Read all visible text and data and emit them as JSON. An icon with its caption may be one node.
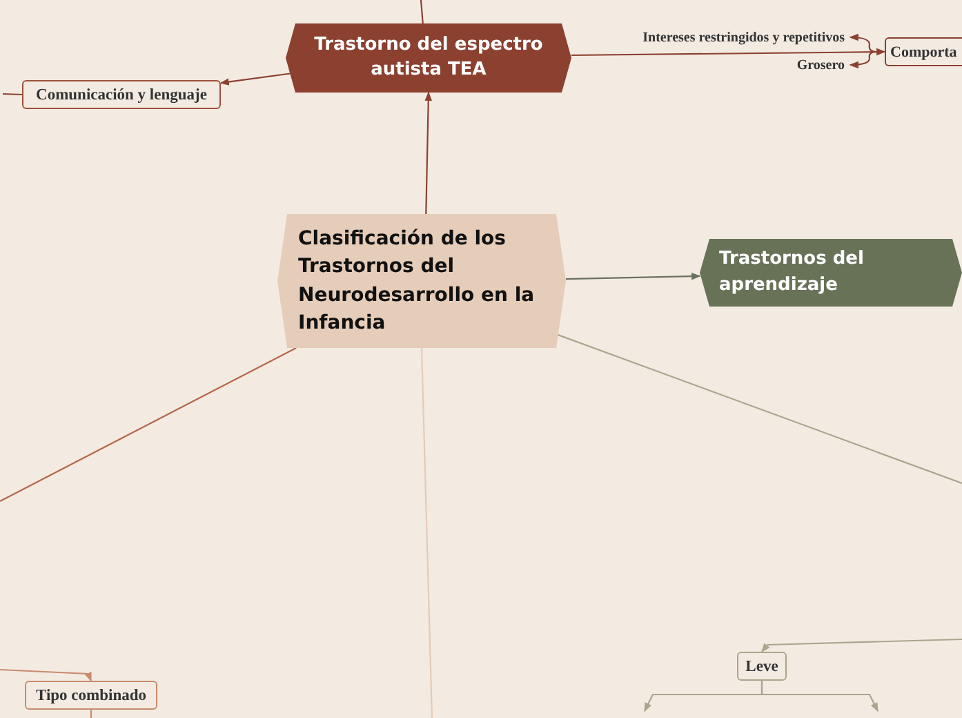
{
  "diagram": {
    "nodes": [
      {
        "text": [
          "Clasificación de los Trastornos del Neurodesarrollo en la Infancia"
        ]
      },
      {
        "text": [
          "Trastorno del espectro autista TEA"
        ]
      },
      {
        "text": [
          "Comunicación y lenguaje"
        ]
      },
      {
        "text": [
          "Intereses restringidos y repetitivos"
        ]
      },
      {
        "text": [
          "Grosero"
        ]
      },
      {
        "text": [
          "Comporta"
        ]
      },
      {
        "text": [
          "Trastornos del aprendizaje"
        ]
      },
      {
        "text": [
          "Tipo combinado"
        ]
      },
      {
        "text": [
          "Leve"
        ]
      }
    ],
    "edges": [
      {
        "from": 0,
        "to": 1,
        "arrow": "to"
      },
      {
        "from": 1,
        "to": 2,
        "arrow": "to"
      },
      {
        "from": 2,
        "to": null,
        "arrow": "none"
      },
      {
        "from": 1,
        "to": null,
        "arrow": "none"
      },
      {
        "from": 1,
        "to": 5,
        "arrow": "to"
      },
      {
        "from": 5,
        "to": 3,
        "arrow": "to"
      },
      {
        "from": 5,
        "to": 4,
        "arrow": "to"
      },
      {
        "from": 0,
        "to": 6,
        "arrow": "to",
        "color": "#6b7060"
      },
      {
        "from": 0,
        "to": null,
        "arrow": "none",
        "color": "#b5654a"
      },
      {
        "from": 0,
        "to": null,
        "arrow": "none",
        "color": "#e3cbb8"
      },
      {
        "from": 0,
        "to": null,
        "arrow": "none",
        "color": "#aaa58f"
      },
      {
        "from": null,
        "to": 7,
        "arrow": "to",
        "color": "#c98a6e"
      },
      {
        "from": 7,
        "to": null,
        "arrow": "none",
        "color": "#c98a6e"
      },
      {
        "from": null,
        "to": 8,
        "arrow": "to",
        "color": "#aaa58f"
      },
      {
        "from": 8,
        "to": null,
        "arrow": "to",
        "color": "#aaa58f"
      },
      {
        "from": 8,
        "to": null,
        "arrow": "to",
        "color": "#aaa58f"
      }
    ]
  }
}
